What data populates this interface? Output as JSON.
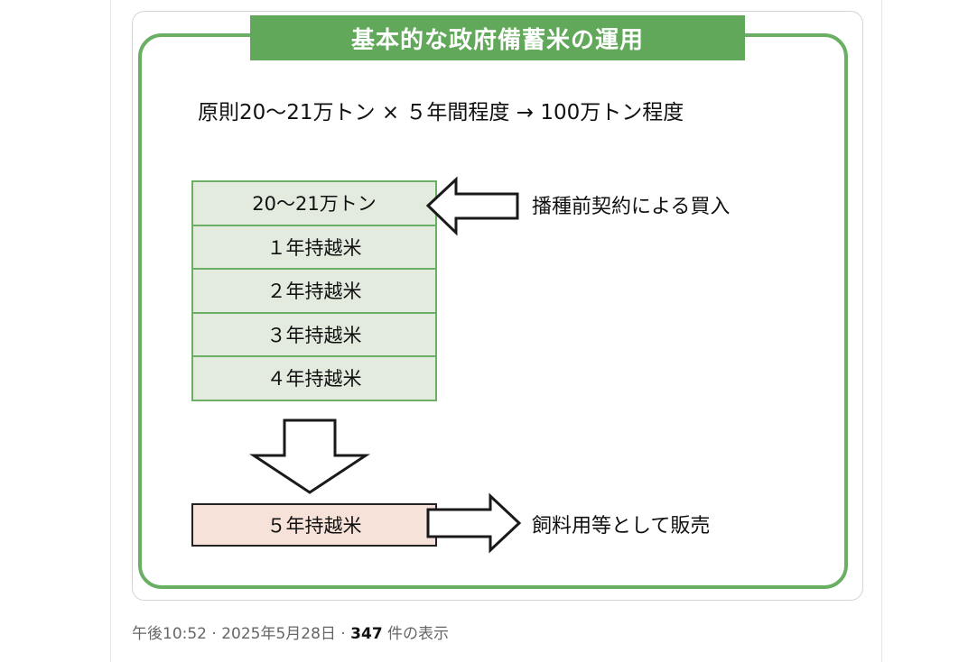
{
  "diagram": {
    "title": "基本的な政府備蓄米の運用",
    "formula": "原則20〜21万トン × ５年間程度 → 100万トン程度",
    "stack": [
      "20〜21万トン",
      "１年持越米",
      "２年持越米",
      "３年持越米",
      "４年持越米"
    ],
    "purchase_label": "播種前契約による買入",
    "sale_box": "５年持越米",
    "sale_label": "飼料用等として販売"
  },
  "footer": {
    "time": "午後10:52",
    "sep1": " · ",
    "date": "2025年5月28日",
    "sep2": " · ",
    "views_count": "347",
    "views_label": " 件の表示"
  },
  "colors": {
    "frame_green": "#6aaf63",
    "banner_green": "#62a85a",
    "stack_fill": "#e2ebdd",
    "sale_fill": "#f6e2d8"
  }
}
